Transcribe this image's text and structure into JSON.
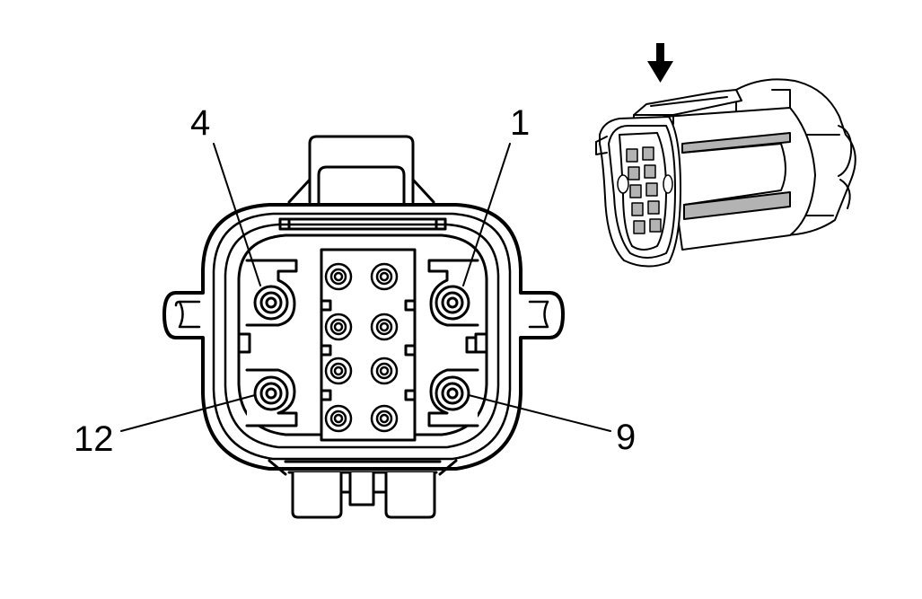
{
  "diagram": {
    "pin_labels": {
      "top_left": "4",
      "top_right": "1",
      "bottom_left": "12",
      "bottom_right": "9"
    },
    "colors": {
      "line": "#000000",
      "fill_white": "#ffffff",
      "shade": "#b3b3b3",
      "shade_dark": "#8c8c8c"
    },
    "icons": {
      "arrow": "down-arrow-icon"
    }
  }
}
